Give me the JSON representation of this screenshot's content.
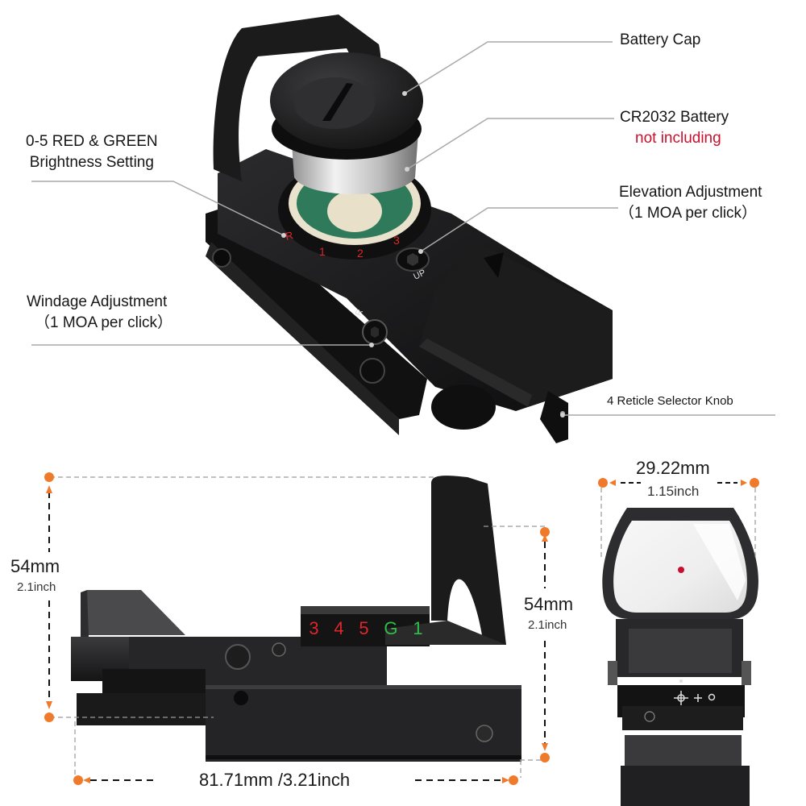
{
  "callouts": {
    "battery_cap": {
      "label": "Battery Cap"
    },
    "battery": {
      "label": "CR2032 Battery",
      "note": "not including",
      "note_color": "#c8102e"
    },
    "elevation": {
      "label": "Elevation Adjustment",
      "detail": "（1 MOA per click）"
    },
    "brightness": {
      "line1": "0-5 RED & GREEN",
      "line2": "Brightness Setting"
    },
    "windage": {
      "label": "Windage Adjustment",
      "detail": "（1 MOA per click）"
    },
    "reticle": {
      "label": "4 Reticle Selector Knob"
    }
  },
  "product_marks": {
    "dial_top": [
      "R",
      "1",
      "2",
      "3"
    ],
    "up_mark": "UP",
    "r_mark": "R",
    "dial_side": [
      {
        "text": "3",
        "color": "#e0262a"
      },
      {
        "text": "4",
        "color": "#e0262a"
      },
      {
        "text": "5",
        "color": "#e0262a"
      },
      {
        "text": "G",
        "color": "#2fbf4a"
      },
      {
        "text": "1",
        "color": "#2fbf4a"
      }
    ]
  },
  "dimensions": {
    "height_left": {
      "mm": "54mm",
      "inch": "2.1inch"
    },
    "height_right": {
      "mm": "54mm",
      "inch": "2.1inch"
    },
    "length": {
      "text": "81.71mm /3.21inch"
    },
    "width": {
      "mm": "29.22mm",
      "inch": "1.15inch"
    },
    "marker_color": "#f07a2c"
  }
}
